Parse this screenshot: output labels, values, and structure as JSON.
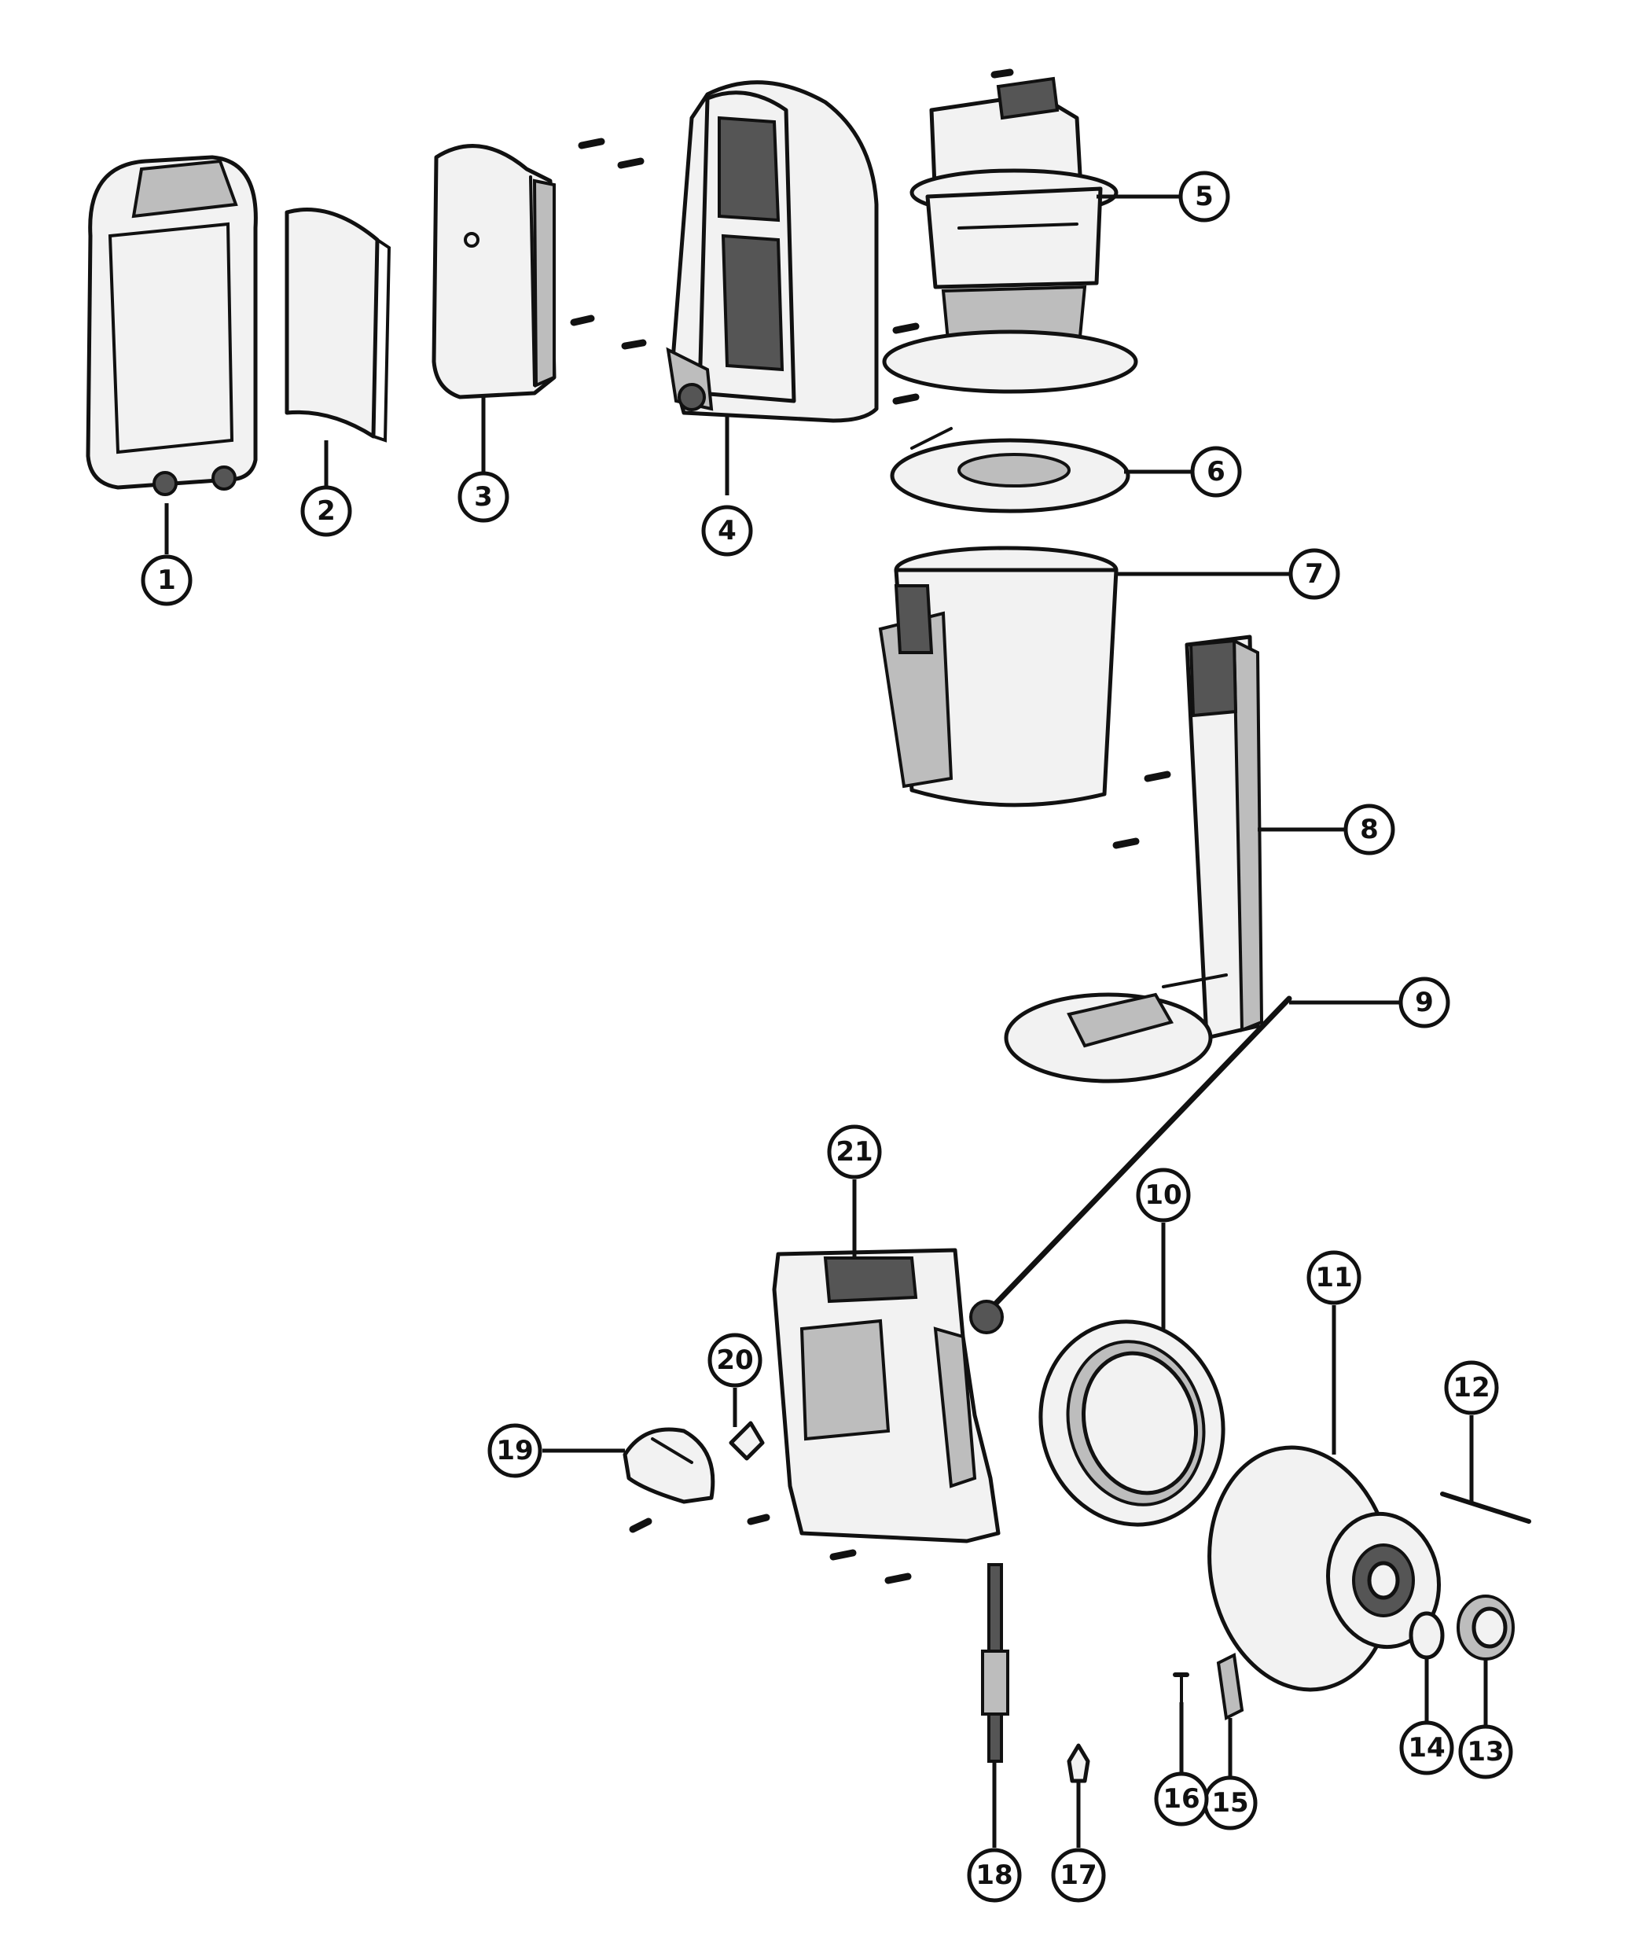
{
  "callouts": [
    {
      "id": "1",
      "label": "1"
    },
    {
      "id": "2",
      "label": "2"
    },
    {
      "id": "3",
      "label": "3"
    },
    {
      "id": "4",
      "label": "4"
    },
    {
      "id": "5",
      "label": "5"
    },
    {
      "id": "6",
      "label": "6"
    },
    {
      "id": "7",
      "label": "7"
    },
    {
      "id": "8",
      "label": "8"
    },
    {
      "id": "9",
      "label": "9"
    },
    {
      "id": "10",
      "label": "10"
    },
    {
      "id": "11",
      "label": "11"
    },
    {
      "id": "12",
      "label": "12"
    },
    {
      "id": "13",
      "label": "13"
    },
    {
      "id": "14",
      "label": "14"
    },
    {
      "id": "15",
      "label": "15"
    },
    {
      "id": "16",
      "label": "16"
    },
    {
      "id": "17",
      "label": "17"
    },
    {
      "id": "18",
      "label": "18"
    },
    {
      "id": "19",
      "label": "19"
    },
    {
      "id": "20",
      "label": "20"
    },
    {
      "id": "21",
      "label": "21"
    }
  ],
  "colors": {
    "line": "#111111",
    "background": "#ffffff"
  }
}
